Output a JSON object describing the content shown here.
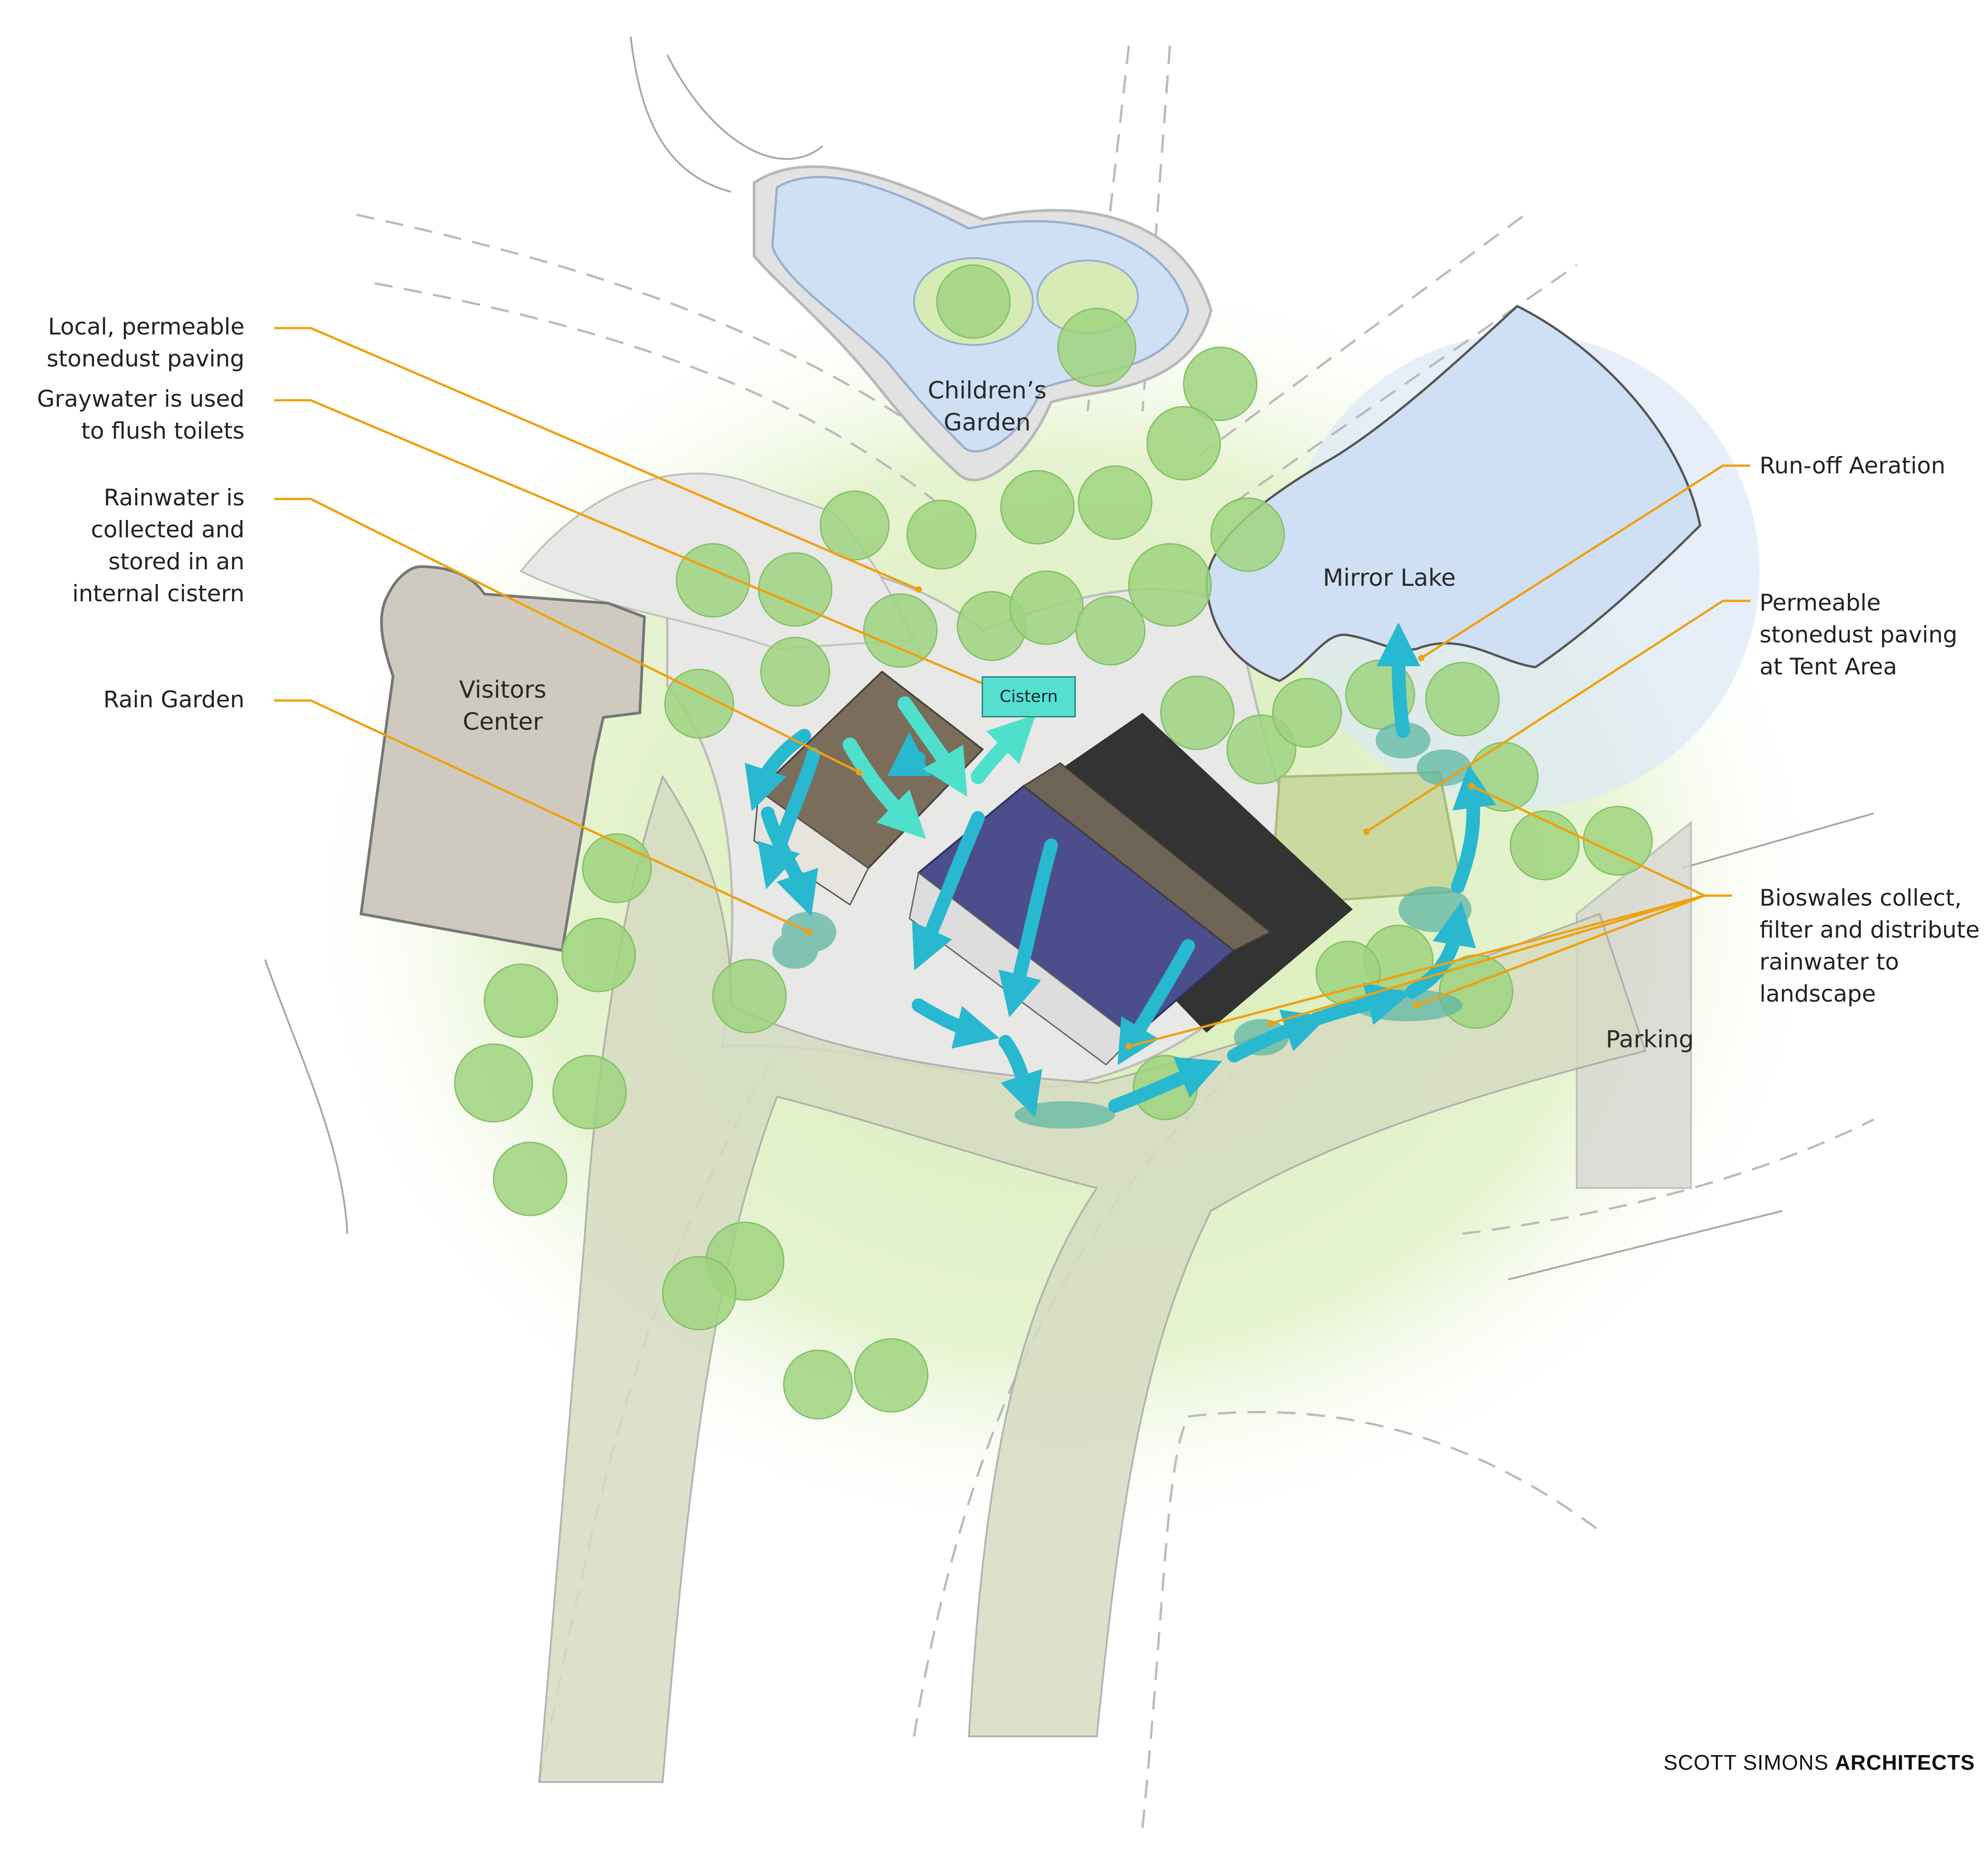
{
  "colors": {
    "background": "#ffffff",
    "glow": "#cfe6a6",
    "tree": "#9fd37f",
    "tree_edge": "#86c06a",
    "water": "#cfe0f5",
    "paving": "#e6e6e6",
    "building_roof": "#7a6d5c",
    "solar": "#4b4e8a",
    "arrow": "#28b8cf",
    "leader": "#f0a010",
    "visitor_center": "#cfcac0",
    "tent_area": "#c9d9a0"
  },
  "annotations": {
    "local_paving": "Local, permeable\nstonedust paving",
    "graywater": "Graywater is used\nto flush toilets",
    "rainwater": "Rainwater is\ncollected and\nstored in an\ninternal cistern",
    "rain_garden": "Rain Garden",
    "runoff": "Run-off Aeration",
    "tent_paving": "Permeable\nstonedust paving\nat Tent Area",
    "bioswales": "Bioswales  collect,\nfilter and distribute\nrainwater to\nlandscape"
  },
  "places": {
    "childrens_garden": "Children’s\nGarden",
    "mirror_lake": "Mirror Lake",
    "visitors_center": "Visitors\nCenter",
    "parking": "Parking",
    "cistern": "Cistern"
  },
  "credit": {
    "firm": "SCOTT SIMONS",
    "suffix": "ARCHITECTS"
  }
}
